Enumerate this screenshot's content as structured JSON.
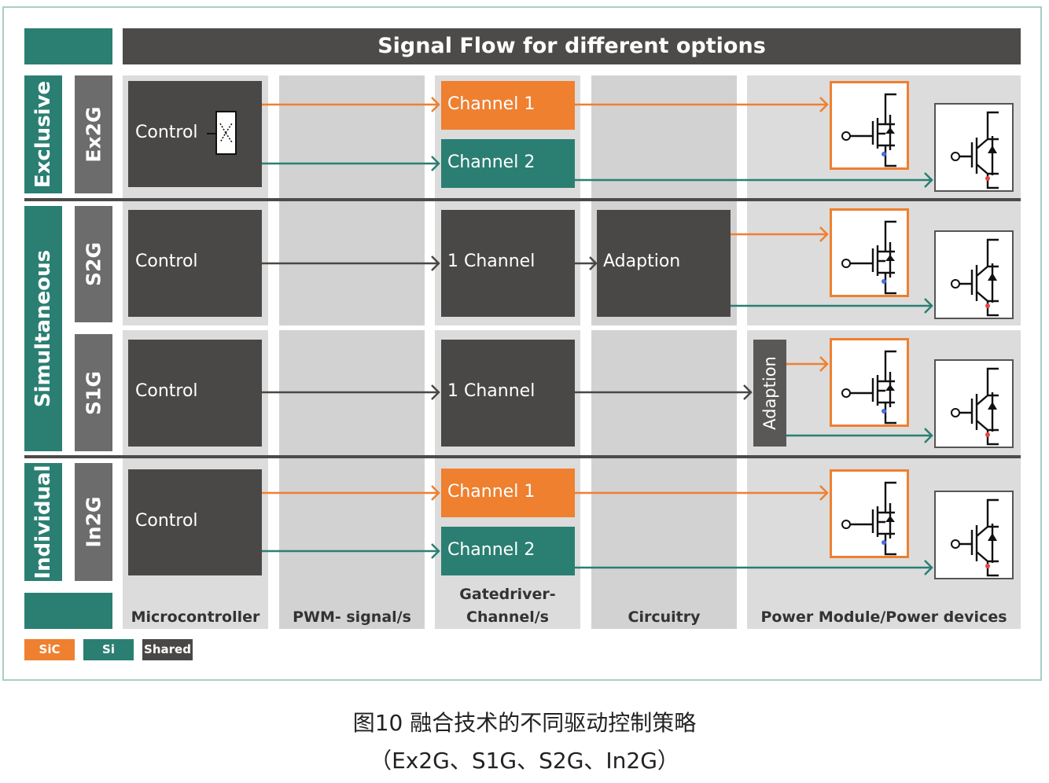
{
  "title": "Signal Flow for different options",
  "groups": {
    "exclusive": "Exclusive",
    "simultaneous": "Simultaneous",
    "individual": "Individual"
  },
  "options": {
    "ex2g": "Ex2G",
    "s2g": "S2G",
    "s1g": "S1G",
    "in2g": "In2G"
  },
  "boxes": {
    "control": "Control",
    "channel1": "Channel 1",
    "channel2": "Channel 2",
    "one_channel": "1 Channel",
    "adaption": "Adaption"
  },
  "columns": {
    "microcontroller": "Microcontroller",
    "pwm": "PWM- signal/s",
    "gatedriver_line1": "Gatedriver-",
    "gatedriver_line2": "Channel/s",
    "circuitry": "Circuitry",
    "power": "Power Module/Power devices"
  },
  "legend": {
    "sic": "SiC",
    "si": "Si",
    "shared": "Shared"
  },
  "colors": {
    "sic": "#ee8030",
    "si": "#2a7f72",
    "shared": "#4a4847"
  },
  "caption": {
    "line1": "图10   融合技术的不同驱动控制策略",
    "line2": "（Ex2G、S1G、S2G、In2G）"
  }
}
